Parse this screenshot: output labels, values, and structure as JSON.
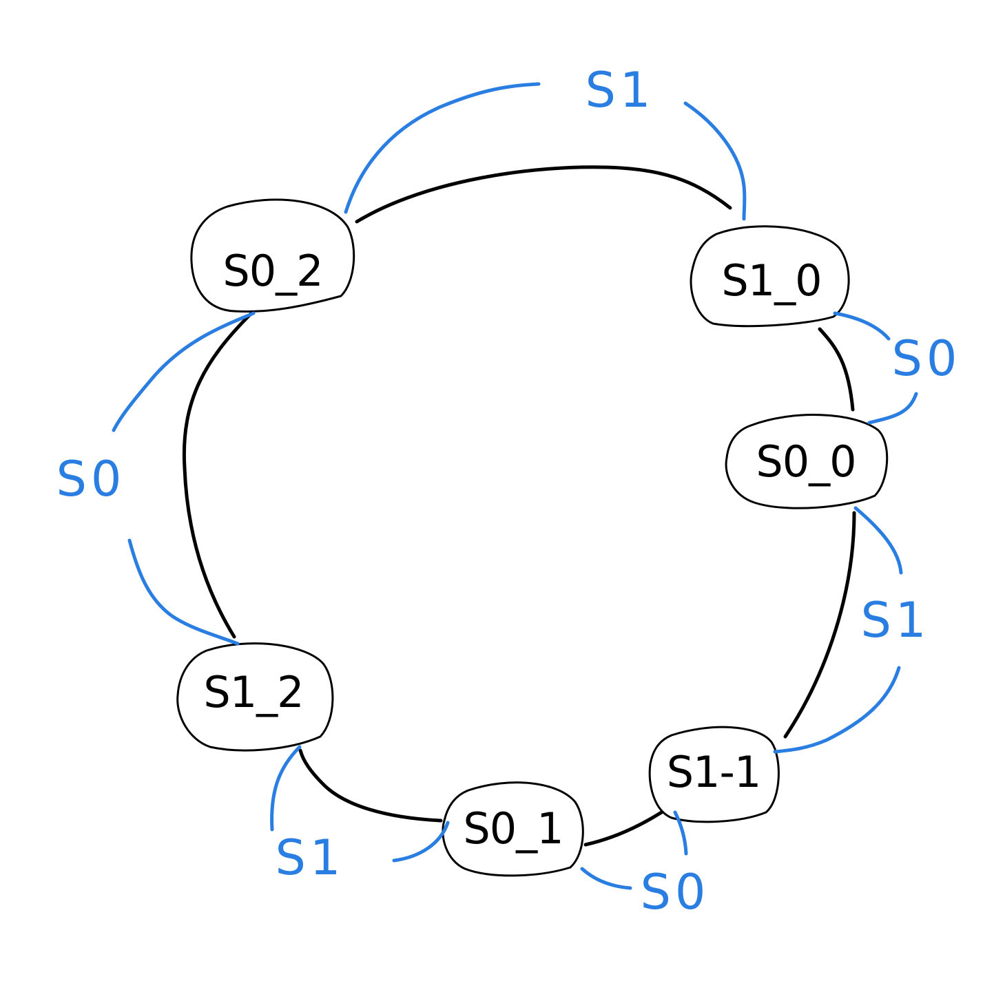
{
  "colors": {
    "ring": "#000000",
    "annotation": "#2a7de1",
    "background": "#ffffff"
  },
  "nodes": {
    "s0_2": {
      "label": "S0_2"
    },
    "s1_0": {
      "label": "S1_0"
    },
    "s0_0": {
      "label": "S0_0"
    },
    "s1_1": {
      "label": "S1-1"
    },
    "s0_1": {
      "label": "S0_1"
    },
    "s1_2": {
      "label": "S1_2"
    }
  },
  "port_labels": {
    "top": "S1",
    "right_upper": "S0",
    "right_lower": "S1",
    "bottom_right": "S0",
    "bottom_left": "S1",
    "left": "S0"
  }
}
